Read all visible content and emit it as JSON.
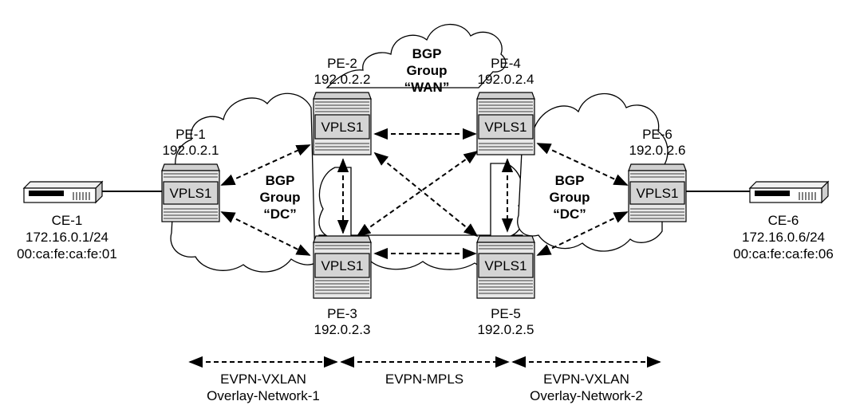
{
  "nodes": [
    {
      "id": "pe1",
      "name": "PE-1",
      "ip": "192.0.2.1",
      "service": "VPLS1"
    },
    {
      "id": "pe2",
      "name": "PE-2",
      "ip": "192.0.2.2",
      "service": "VPLS1"
    },
    {
      "id": "pe3",
      "name": "PE-3",
      "ip": "192.0.2.3",
      "service": "VPLS1"
    },
    {
      "id": "pe4",
      "name": "PE-4",
      "ip": "192.0.2.4",
      "service": "VPLS1"
    },
    {
      "id": "pe5",
      "name": "PE-5",
      "ip": "192.0.2.5",
      "service": "VPLS1"
    },
    {
      "id": "pe6",
      "name": "PE-6",
      "ip": "192.0.2.6",
      "service": "VPLS1"
    }
  ],
  "ces": [
    {
      "id": "ce1",
      "name": "CE-1",
      "ip": "172.16.0.1/24",
      "mac": "00:ca:fe:ca:fe:01"
    },
    {
      "id": "ce6",
      "name": "CE-6",
      "ip": "172.16.0.6/24",
      "mac": "00:ca:fe:ca:fe:06"
    }
  ],
  "bgp_groups": [
    {
      "id": "dc-left",
      "line1": "BGP",
      "line2": "Group",
      "line3": "“DC”"
    },
    {
      "id": "wan",
      "line1": "BGP",
      "line2": "Group",
      "line3": "“WAN”"
    },
    {
      "id": "dc-right",
      "line1": "BGP",
      "line2": "Group",
      "line3": "“DC”"
    }
  ],
  "sessions": [
    [
      "pe1",
      "pe2"
    ],
    [
      "pe1",
      "pe3"
    ],
    [
      "pe2",
      "pe3"
    ],
    [
      "pe2",
      "pe4"
    ],
    [
      "pe2",
      "pe5"
    ],
    [
      "pe3",
      "pe4"
    ],
    [
      "pe3",
      "pe5"
    ],
    [
      "pe4",
      "pe5"
    ],
    [
      "pe4",
      "pe6"
    ],
    [
      "pe5",
      "pe6"
    ]
  ],
  "segments": [
    {
      "id": "seg-1",
      "line1": "EVPN-VXLAN",
      "line2": "Overlay-Network-1"
    },
    {
      "id": "seg-2",
      "line1": "EVPN-MPLS",
      "line2": ""
    },
    {
      "id": "seg-3",
      "line1": "EVPN-VXLAN",
      "line2": "Overlay-Network-2"
    }
  ]
}
